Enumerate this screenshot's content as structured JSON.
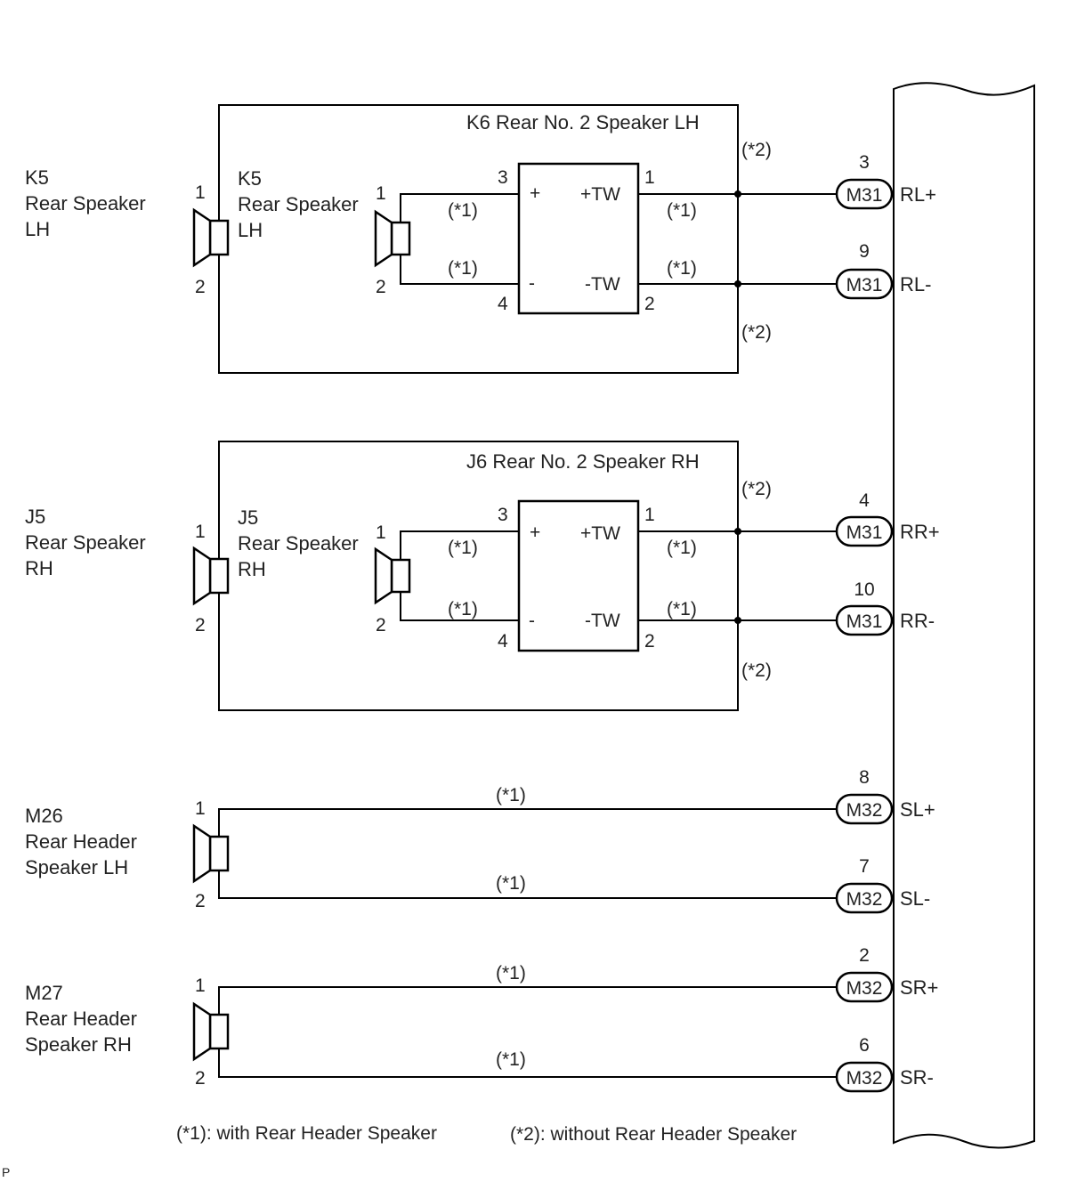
{
  "components": {
    "k5_label": [
      "K5",
      "Rear Speaker",
      "LH"
    ],
    "k5_inner_label": [
      "K5",
      "Rear Speaker",
      "LH"
    ],
    "k6_title": "K6 Rear No. 2 Speaker LH",
    "j5_label": [
      "J5",
      "Rear Speaker",
      "RH"
    ],
    "j5_inner_label": [
      "J5",
      "Rear Speaker",
      "RH"
    ],
    "j6_title": "J6  Rear No. 2 Speaker RH",
    "m26_label": [
      "M26",
      "Rear Header",
      "Speaker LH"
    ],
    "m27_label": [
      "M27",
      "Rear Header",
      "Speaker RH"
    ]
  },
  "amplifier": {
    "plus": "+",
    "minus": "-",
    "plus_tw": "+TW",
    "minus_tw": "-TW"
  },
  "pins": {
    "one": "1",
    "two": "2",
    "three": "3",
    "four": "4"
  },
  "wire_notes": {
    "n1": "(*1)",
    "n2": "(*2)"
  },
  "connectors": [
    {
      "pin": "3",
      "name": "M31",
      "signal": "RL+"
    },
    {
      "pin": "9",
      "name": "M31",
      "signal": "RL-"
    },
    {
      "pin": "4",
      "name": "M31",
      "signal": "RR+"
    },
    {
      "pin": "10",
      "name": "M31",
      "signal": "RR-"
    },
    {
      "pin": "8",
      "name": "M32",
      "signal": "SL+"
    },
    {
      "pin": "7",
      "name": "M32",
      "signal": "SL-"
    },
    {
      "pin": "2",
      "name": "M32",
      "signal": "SR+"
    },
    {
      "pin": "6",
      "name": "M32",
      "signal": "SR-"
    }
  ],
  "legend": {
    "note1": "(*1): with Rear Header Speaker",
    "note2": "(*2): without Rear Header Speaker"
  },
  "corner_mark": "P"
}
